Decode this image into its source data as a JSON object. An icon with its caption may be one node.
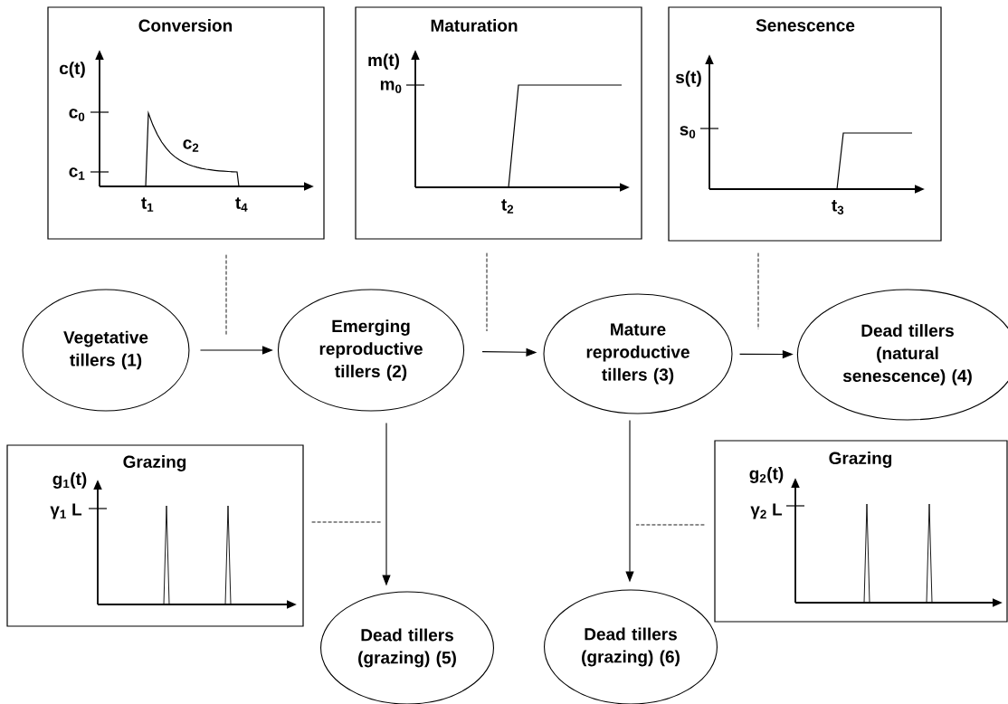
{
  "diagram": {
    "nodes": [
      {
        "text": [
          "Conversion",
          "c(t)",
          "c$_{0}$",
          "c$_{1}$",
          "c$_{2}$",
          "t$_{1}$",
          "t$_{4}$"
        ]
      },
      {
        "text": [
          "Maturation",
          "m(t)",
          "m$_{0}$",
          "t$_{2}$"
        ]
      },
      {
        "text": [
          "Senescence",
          "s(t)",
          "s$_{0}$",
          "t$_{3}$"
        ]
      },
      {
        "text": [
          "Vegetative tillers (1)"
        ]
      },
      {
        "text": [
          "Emerging reproductive tillers (2)"
        ]
      },
      {
        "text": [
          "Mature reproductive tillers (3)"
        ]
      },
      {
        "text": [
          "Dead tillers (natural senescence) (4)"
        ]
      },
      {
        "text": [
          "Grazing",
          "g$_{1}$(t)",
          "γ$_{1}$ L"
        ]
      },
      {
        "text": [
          "Dead tillers (grazing) (5)"
        ]
      },
      {
        "text": [
          "Dead tillers (grazing) (6)"
        ]
      },
      {
        "text": [
          "Grazing",
          "g$_{2}$(t)",
          "γ$_{2}$ L"
        ]
      }
    ],
    "edges": [
      {
        "from": 3,
        "to": 4,
        "arrow": "to"
      },
      {
        "from": 4,
        "to": 5,
        "arrow": "to"
      },
      {
        "from": 5,
        "to": 6,
        "arrow": "to"
      },
      {
        "from": 4,
        "to": 8,
        "arrow": "to"
      },
      {
        "from": 5,
        "to": 9,
        "arrow": "to"
      },
      {
        "from": 0,
        "to": null,
        "arrow": "none",
        "style": "dashed"
      },
      {
        "from": 1,
        "to": null,
        "arrow": "none",
        "style": "dashed"
      },
      {
        "from": 2,
        "to": null,
        "arrow": "none",
        "style": "dashed"
      },
      {
        "from": 7,
        "to": null,
        "arrow": "none",
        "style": "dashed"
      },
      {
        "from": 10,
        "to": null,
        "arrow": "none",
        "style": "dashed"
      }
    ]
  }
}
